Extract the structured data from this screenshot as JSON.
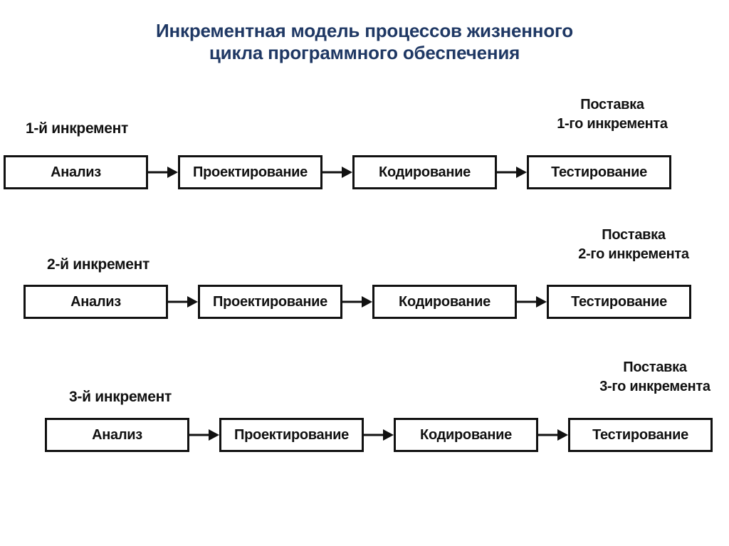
{
  "title": {
    "line1": "Инкрементная модель процессов жизненного",
    "line2": "цикла программного обеспечения"
  },
  "colors": {
    "title_text": "#1f3864",
    "diagram_ink": "#111111",
    "background": "#ffffff"
  },
  "icons": {
    "arrow": "right-arrow"
  },
  "rows": [
    {
      "increment_label": "1-й инкремент",
      "delivery": [
        "Поставка",
        "1-го инкремента"
      ],
      "boxes": [
        "Анализ",
        "Проектирование",
        "Кодирование",
        "Тестирование"
      ]
    },
    {
      "increment_label": "2-й инкремент",
      "delivery": [
        "Поставка",
        "2-го инкремента"
      ],
      "boxes": [
        "Анализ",
        "Проектирование",
        "Кодирование",
        "Тестирование"
      ]
    },
    {
      "increment_label": "3-й инкремент",
      "delivery": [
        "Поставка",
        "3-го инкремента"
      ],
      "boxes": [
        "Анализ",
        "Проектирование",
        "Кодирование",
        "Тестирование"
      ]
    }
  ]
}
